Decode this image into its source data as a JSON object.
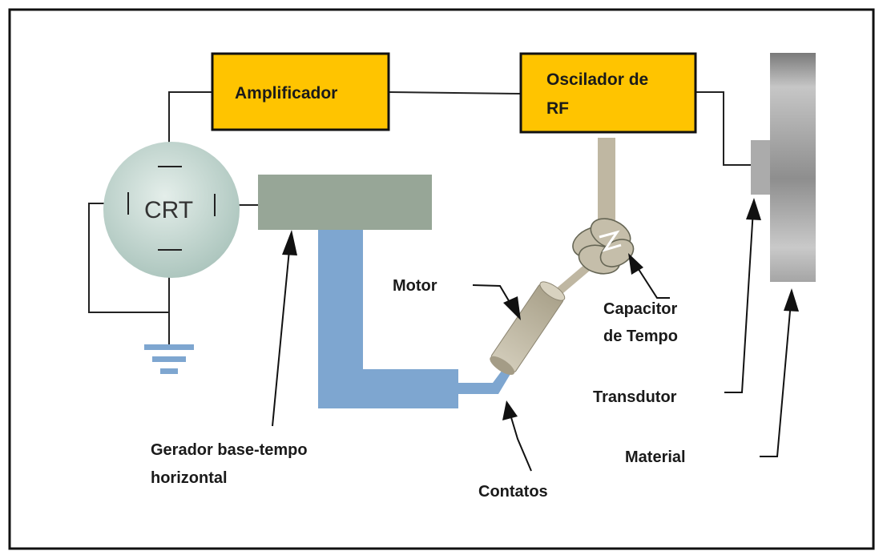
{
  "blocks": {
    "amplifier": "Amplificador",
    "rf_oscillator_line1": "Oscilador de",
    "rf_oscillator_line2": "RF",
    "crt": "CRT"
  },
  "labels": {
    "motor": "Motor",
    "timing_capacitor_line1": "Capacitor",
    "timing_capacitor_line2": "de Tempo",
    "transducer": "Transdutor",
    "material": "Material",
    "sweep_generator_line1": "Gerador base-tempo",
    "sweep_generator_line2": "horizontal",
    "contacts": "Contatos"
  },
  "colors": {
    "block_fill": "#FFC400",
    "crt_fill": "#B4CCC4",
    "generator_fill": "#97A697",
    "bus_fill": "#7EA6D0",
    "motor_fill": "#BFB7A2",
    "material_fill": "#9A9A9A",
    "ground": "#7EA6D0"
  }
}
